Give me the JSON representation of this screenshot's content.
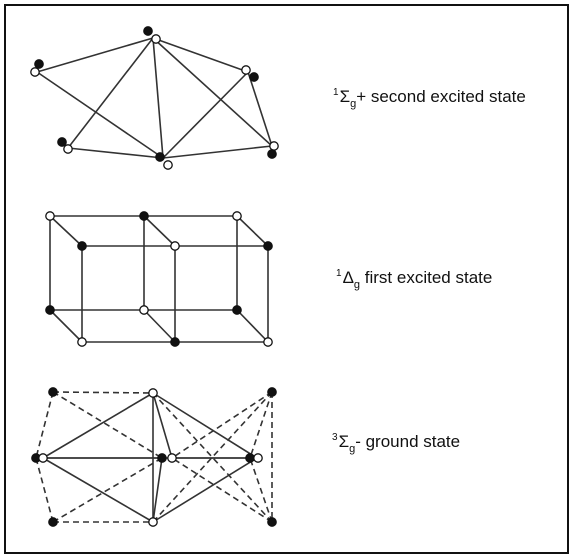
{
  "states": [
    {
      "id": "second",
      "sup": "1",
      "sym": "Σ",
      "sub": "g",
      "suffix": "+ second excited state"
    },
    {
      "id": "first",
      "sup": "1",
      "sym": "Δ",
      "sub": "g",
      "suffix": " first excited state"
    },
    {
      "id": "ground",
      "sup": "3",
      "sym": "Σ",
      "sub": "g",
      "suffix": "- ground state"
    }
  ],
  "colors": {
    "line": "#333333",
    "filled": "#111111",
    "open": "#ffffff",
    "frame": "#111111"
  }
}
